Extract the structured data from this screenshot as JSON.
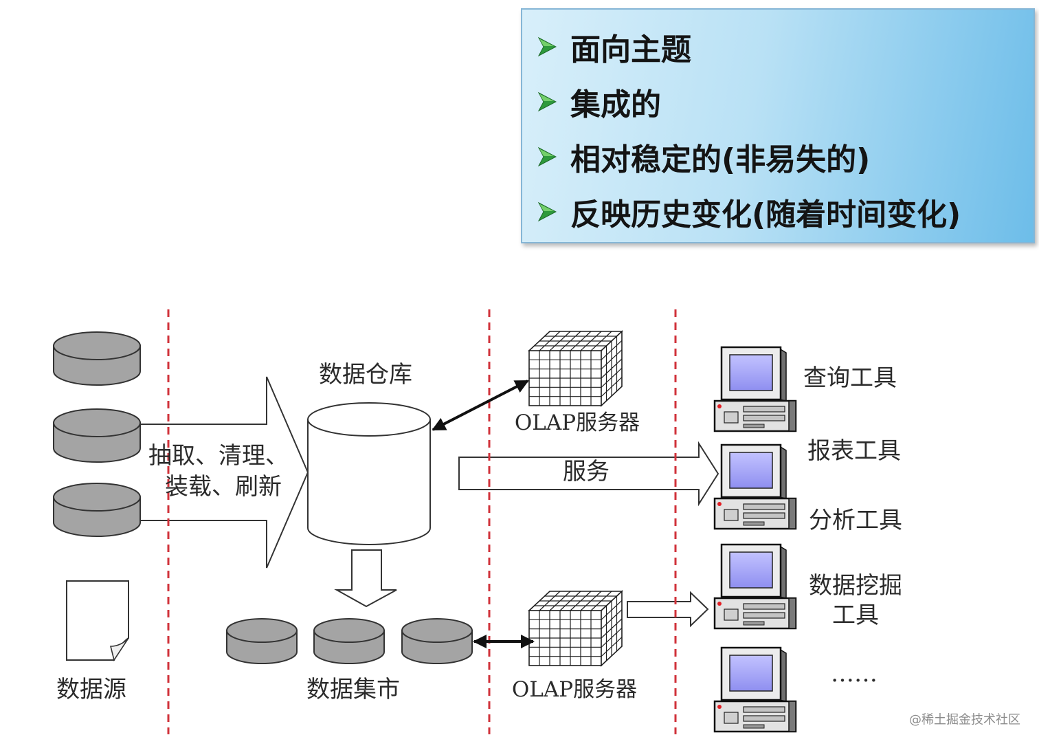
{
  "features_box": {
    "items": [
      "面向主题",
      "集成的",
      "相对稳定的(非易失的)",
      "反映历史变化(随着时间变化)"
    ]
  },
  "diagram": {
    "data_source_label": "数据源",
    "etl_label_line1": "抽取、清理、",
    "etl_label_line2": "装载、刷新",
    "warehouse_label": "数据仓库",
    "data_mart_label": "数据集市",
    "olap_top_label": "OLAP服务器",
    "olap_bottom_label": "OLAP服务器",
    "service_label": "服务",
    "tools": {
      "query": "查询工具",
      "report": "报表工具",
      "analysis": "分析工具",
      "mining_line1": "数据挖掘",
      "mining_line2": "工具",
      "more": "……"
    }
  },
  "watermark": "@稀土掘金技术社区",
  "colors": {
    "divider": "#d0323a",
    "bullet": "#2e9a3c",
    "disk": "#a4a4a4",
    "screen": "#8f8ff0",
    "box_light": "#d8effa",
    "box_dark": "#6dbde9"
  }
}
